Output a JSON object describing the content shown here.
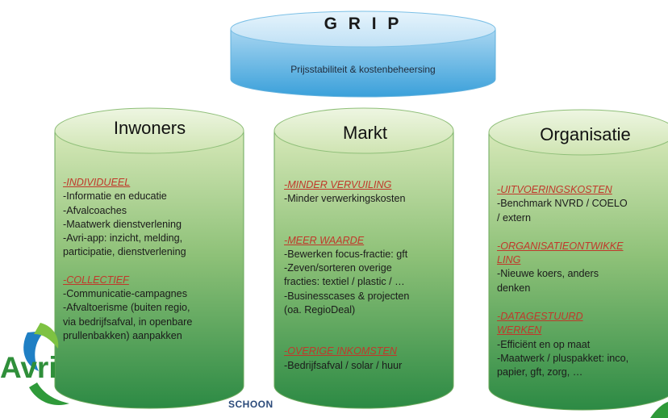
{
  "grip": {
    "title": "G R I P",
    "subtitle": "Prijsstabiliteit & kostenbeheersing"
  },
  "columns": [
    {
      "title": "Inwoners",
      "sections": [
        {
          "heading": "-INDIVIDUEEL",
          "lines": [
            "-Informatie en educatie",
            "-Afvalcoaches",
            "-Maatwerk dienstverlening",
            "-Avri-app: inzicht, melding,",
            "participatie, dienstverlening"
          ]
        },
        {
          "heading": "-COLLECTIEF",
          "lines": [
            "-Communicatie-campagnes",
            "-Afvaltoerisme (buiten regio,",
            "via bedrijfsafval, in openbare",
            "prullenbakken) aanpakken"
          ]
        }
      ]
    },
    {
      "title": "Markt",
      "sections": [
        {
          "heading": "-MINDER VERVUILING",
          "lines": [
            "-Minder verwerkingskosten"
          ]
        },
        {
          "heading": "-MEER WAARDE",
          "lines": [
            "-Bewerken focus-fractie: gft",
            "-Zeven/sorteren overige",
            "fracties: textiel / plastic / …",
            "-Businesscases & projecten",
            "(oa. RegioDeal)"
          ]
        },
        {
          "heading": "-OVERIGE INKOMSTEN",
          "lines": [
            "-Bedrijfsafval / solar / huur"
          ]
        }
      ]
    },
    {
      "title": "Organisatie",
      "sections": [
        {
          "heading": "-UITVOERINGSKOSTEN",
          "lines": [
            "-Benchmark NVRD / COELO",
            "/ extern"
          ]
        },
        {
          "heading": "-ORGANISATIEONTWIKKE LING",
          "heading_lines": [
            "-ORGANISATIEONTWIKKE",
            "LING"
          ],
          "lines": [
            "-Nieuwe koers, anders",
            "denken"
          ]
        },
        {
          "heading": "-DATAGESTUURD WERKEN",
          "heading_lines": [
            "-DATAGESTUURD",
            "WERKEN"
          ],
          "lines": [
            "-Efficiënt en op maat",
            "-Maatwerk / pluspakket: inco,",
            "papier, gft, zorg, …"
          ]
        }
      ]
    }
  ],
  "logo": {
    "text": "Avri",
    "tagline": "SCHOON"
  },
  "colors": {
    "cylinder_top": "#dfeecb",
    "cylinder_body_light": "#d3e6b4",
    "cylinder_body_dark": "#2f8d45",
    "grip_light": "#cfe8f6",
    "grip_dark": "#45a9dd",
    "heading": "#c0392b",
    "logo_green": "#2f8f3a",
    "logo_blue": "#2a6fb0"
  }
}
